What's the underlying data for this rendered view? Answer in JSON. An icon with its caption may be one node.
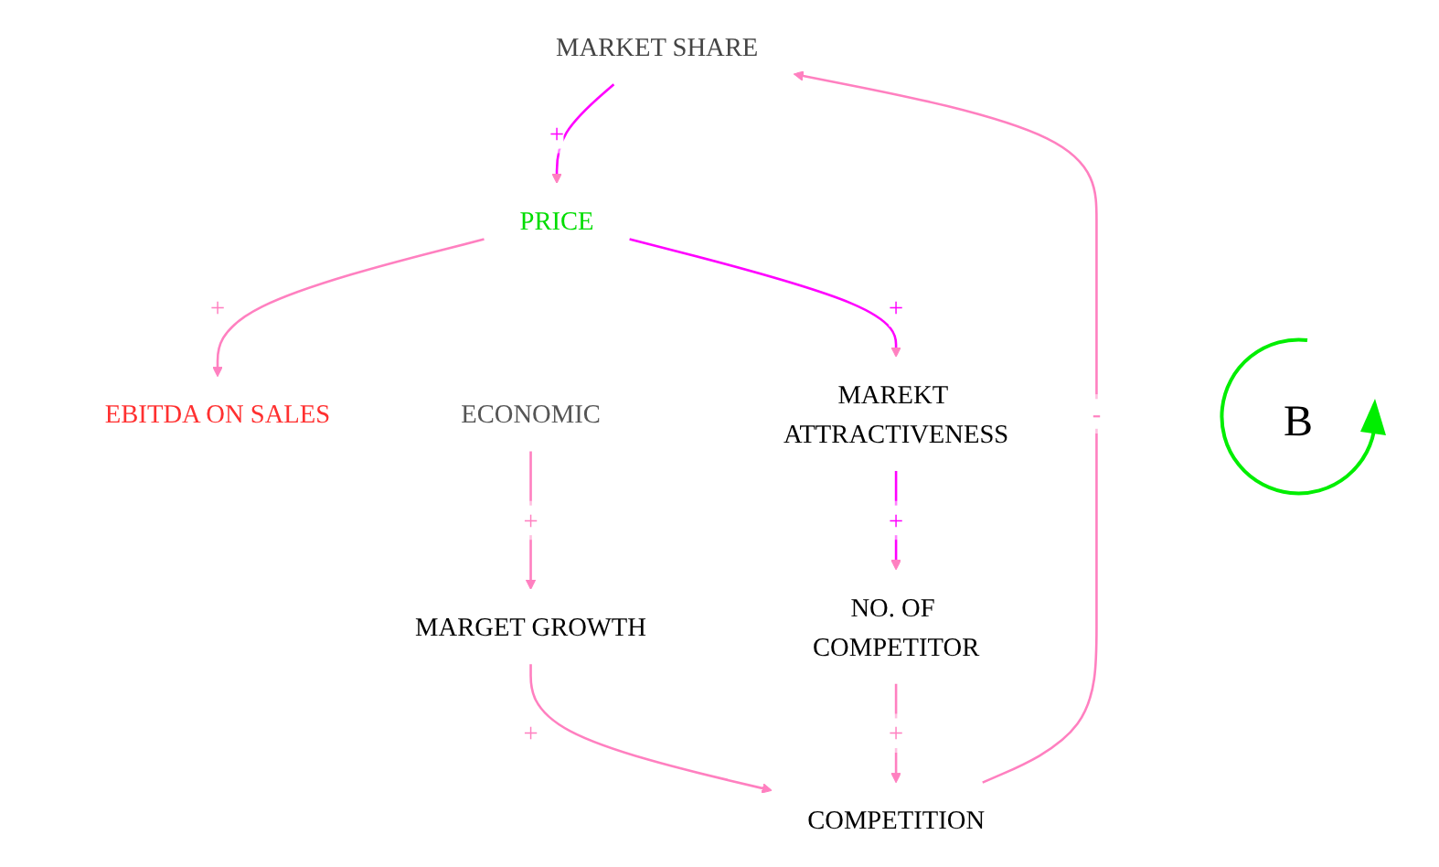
{
  "diagram": {
    "nodes": [
      {
        "text": [
          "EBITDA ON SALES"
        ]
      },
      {
        "text": [
          "MARKET SHARE"
        ]
      },
      {
        "text": [
          "ECONOMIC"
        ]
      },
      {
        "text": [
          "MARGET GROWTH"
        ]
      },
      {
        "text": [
          "PRICE"
        ]
      },
      {
        "text": [
          "COMPETITION"
        ]
      },
      {
        "text": [
          "MAREKT ATTRACTIVENESS"
        ]
      },
      {
        "text": [
          "NO. OF COMPETITOR"
        ]
      }
    ],
    "edges": [
      {
        "from": 4,
        "to": 0,
        "arrow": "to",
        "label": "+"
      },
      {
        "from": 1,
        "to": 4,
        "arrow": "to",
        "label": "+",
        "color": "#ff00ff"
      },
      {
        "from": 5,
        "to": 1,
        "arrow": "to",
        "label": "-"
      },
      {
        "from": 2,
        "to": 3,
        "arrow": "to",
        "label": "+"
      },
      {
        "from": 3,
        "to": 5,
        "arrow": "to",
        "label": "+"
      },
      {
        "from": 4,
        "to": 6,
        "arrow": "to",
        "label": "+",
        "color": "#ff00ff"
      },
      {
        "from": 6,
        "to": 7,
        "arrow": "to",
        "label": "+",
        "color": "#ff00ff"
      },
      {
        "from": 7,
        "to": 5,
        "arrow": "to",
        "label": "+"
      }
    ],
    "labels": [
      "B"
    ]
  }
}
